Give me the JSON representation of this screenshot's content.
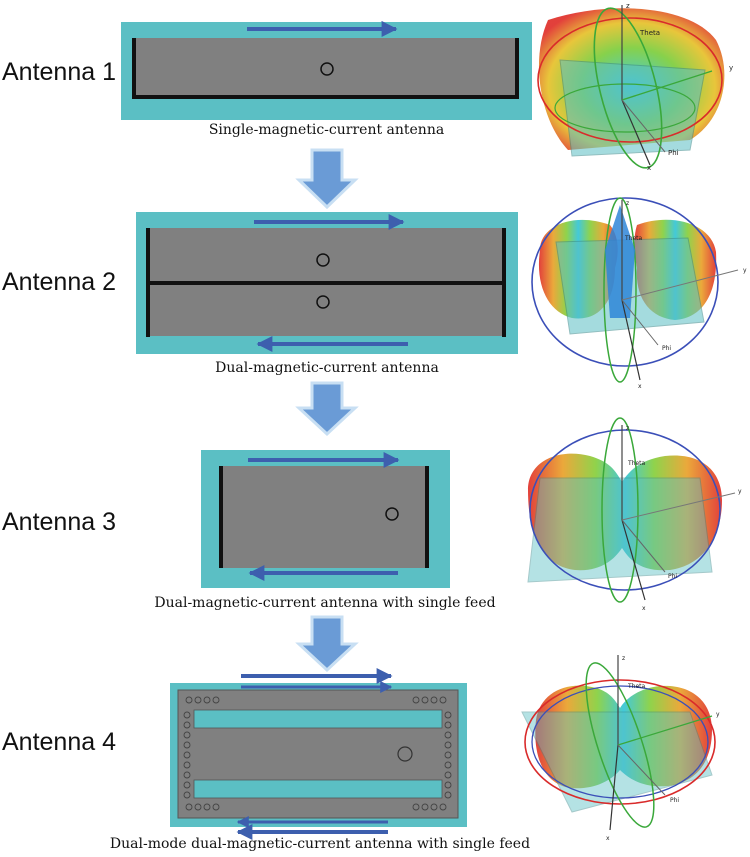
{
  "colors": {
    "substrate": "#5bbfc4",
    "patch": "#808080",
    "arrow": "#3d5fae",
    "down_arrow": "#6a9bd6",
    "down_arrow_outline": "#c8dff3"
  },
  "antennas": [
    {
      "label": "Antenna 1",
      "caption": "Single-magnetic-current antenna"
    },
    {
      "label": "Antenna 2",
      "caption": "Dual-magnetic-current antenna"
    },
    {
      "label": "Antenna 3",
      "caption": "Dual-magnetic-current antenna with single feed"
    },
    {
      "label": "Antenna 4",
      "caption": "Dual-mode dual-magnetic-current antenna with single feed"
    }
  ],
  "pattern_axes": {
    "x": "x",
    "y": "y",
    "z": "z",
    "theta": "Theta",
    "phi": "Phi"
  }
}
